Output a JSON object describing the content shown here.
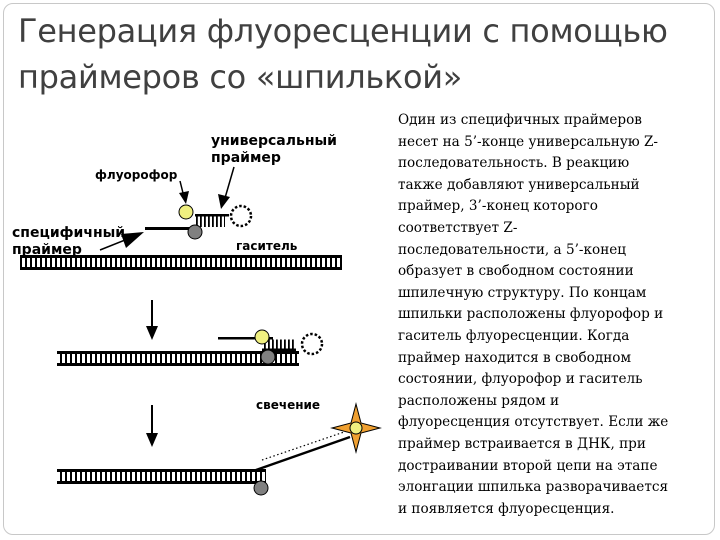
{
  "title": {
    "line1": "Генерация флуоресценции с помощью",
    "line2": "праймеров со «шпилькой»"
  },
  "diagram": {
    "label_universal_primer_1": "универсальный",
    "label_universal_primer_2": "праймер",
    "label_fluorophore": "флуорофор",
    "label_specific_primer_1": "специфичный",
    "label_specific_primer_2": "праймер",
    "label_quencher": "гаситель",
    "label_emission": "свечение",
    "colors": {
      "fluorophore": "#f0f080",
      "quencher": "#808080",
      "emission": "#f0a030",
      "line": "#000000"
    }
  },
  "description": "Один из специфичных праймеров\nнесет на 5’-конце универсальную Z-\nпоследовательность. В реакцию\nтакже добавляют универсальный\nпраймер, 3’-конец которого\nсоответствует Z-\nпоследовательности, а 5’-конец\nобразует в свободном состоянии\nшпилечную структуру. По концам\nшпильки расположены флуорофор и\nгаситель флуоресценции. Когда\nпраймер находится в свободном\nсостоянии, флуорофор и гаситель\nрасположены рядом и\nфлуоресценция отсутствует. Если же\nпраймер встраивается в ДНК, при\nдостраивании второй цепи на этапе\nэлонгации шпилька разворачивается\nи появляется флуоресценция."
}
